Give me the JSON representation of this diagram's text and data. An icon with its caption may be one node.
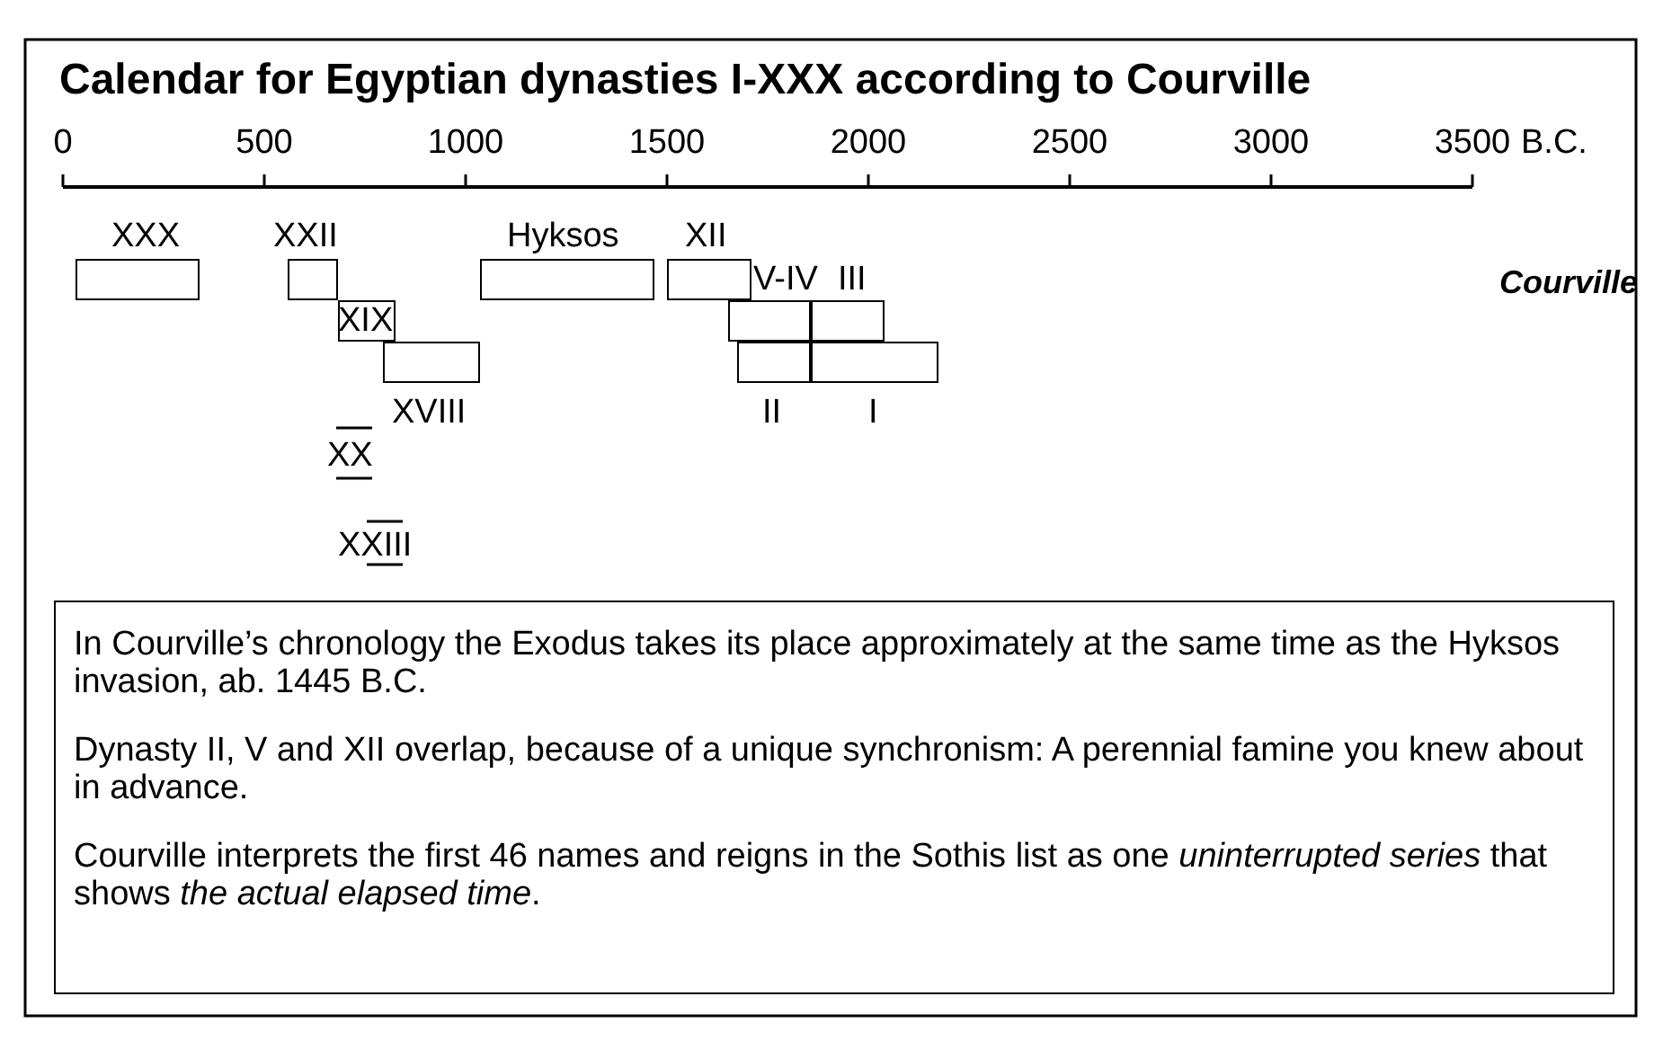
{
  "diagram": {
    "title": "Calendar for Egyptian dynasties I-XXX according to Courville",
    "nodes": [
      {
        "text": [
          "XXX"
        ]
      },
      {
        "text": [
          "XXII"
        ]
      },
      {
        "text": [
          "XIX"
        ]
      },
      {
        "text": [
          "XVIII"
        ]
      },
      {
        "text": [
          "Hyksos"
        ]
      },
      {
        "text": [
          "XII"
        ]
      },
      {
        "text": [
          "V-IV"
        ]
      },
      {
        "text": [
          "III"
        ]
      },
      {
        "text": [
          "II"
        ]
      },
      {
        "text": [
          "I"
        ]
      },
      {
        "text": [
          "In Courville’s chronology the Exodus takes its place approximately at the same time as the Hyksos invasion, ab. 1445 B.C.",
          "Dynasty II, V and XII overlap, because of a unique synchronism: A perennial famine you knew about in advance.",
          "Courville interprets the first 46 names and reigns in the Sothis list as one *uninterrupted series* that shows *the actual elapsed time*."
        ]
      }
    ],
    "edges": [],
    "labels": [
      "0",
      "500",
      "1000",
      "1500",
      "2000",
      "2500",
      "3000",
      "3500",
      "B.C.",
      "Courville",
      "XX",
      "XXIII"
    ]
  }
}
